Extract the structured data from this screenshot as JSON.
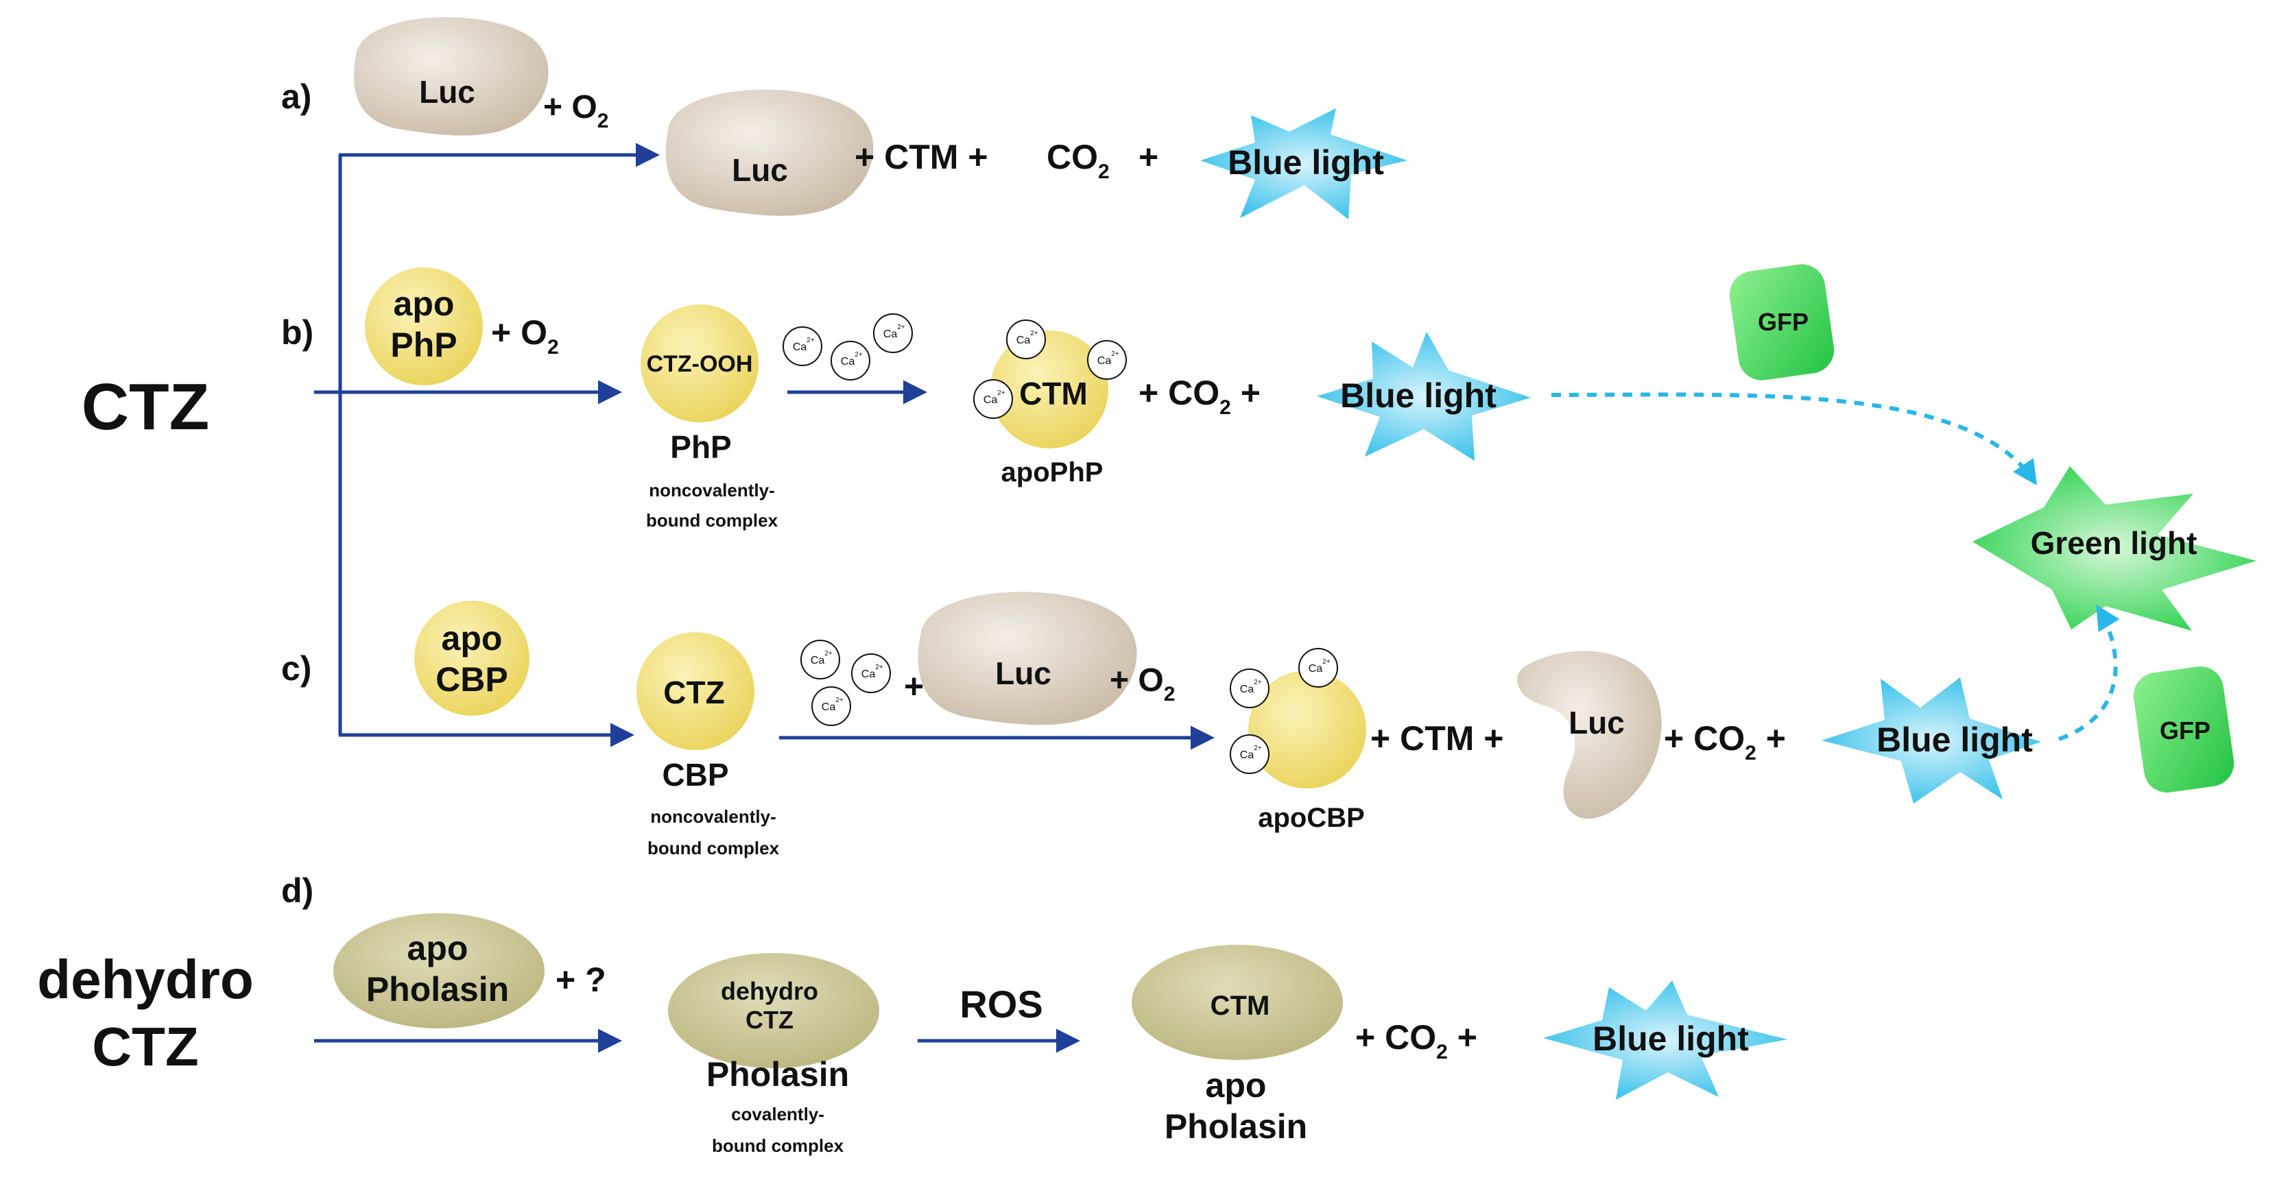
{
  "colors": {
    "arrow": "#1f3f98",
    "dashed_arrow": "#29b6e8",
    "luciferase_fill": "#d8ccbe",
    "photoprotein_fill": "#f1e27a",
    "pholasin_fill": "#c7c38f",
    "gfp_fill": "#39d65a",
    "blue_light_star": "#40c8ee",
    "green_light_star": "#3ddc5a"
  },
  "icons": {
    "star_burst": "star-burst-icon",
    "calcium_ion": "ca-ion-icon",
    "luciferase_blob": "luciferase-blob-icon"
  },
  "substrates": {
    "ctz": "CTZ",
    "dehydro_line1": "dehydro",
    "dehydro_line2": "CTZ"
  },
  "common": {
    "luc": "Luc",
    "ctm": "CTM",
    "ca": "Ca",
    "ca_charge": "2+",
    "plus": "+",
    "o2": "O",
    "co2": "CO",
    "subscript_2": "2",
    "blue_light": "Blue light",
    "green_light": "Green light",
    "gfp": "GFP"
  },
  "rows": {
    "a": {
      "label": "a)",
      "products_ctm": "+  CTM  +"
    },
    "b": {
      "label": "b)",
      "apo_line1": "apo",
      "apo_line2": "PhP",
      "complex": "CTZ-OOH",
      "complex_name": "PhP",
      "complex_desc_line1": "noncovalently-",
      "complex_desc_line2": "bound complex",
      "product_name": "apoPhP"
    },
    "c": {
      "label": "c)",
      "apo_line1": "apo",
      "apo_line2": "CBP",
      "complex": "CTZ",
      "complex_name": "CBP",
      "complex_desc_line1": "noncovalently-",
      "complex_desc_line2": "bound complex",
      "product_name": "apoCBP",
      "ctm_plus": "+ CTM +"
    },
    "d": {
      "label": "d)",
      "apo_line1": "apo",
      "apo_line2": "Pholasin",
      "unknown": "+ ?",
      "complex_line1": "dehydro",
      "complex_line2": "CTZ",
      "complex_name": "Pholasin",
      "complex_desc_line1": "covalently-",
      "complex_desc_line2": "bound complex",
      "ros": "ROS",
      "product_ctm": "CTM",
      "product_line1": "apo",
      "product_line2": "Pholasin"
    }
  }
}
